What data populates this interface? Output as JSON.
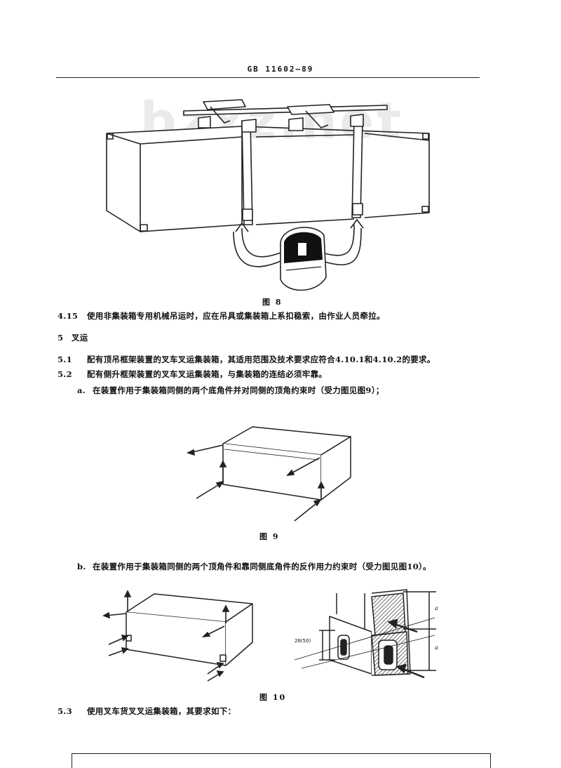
{
  "header": {
    "standard_code": "GB 11602—89"
  },
  "watermark": "bzxz.net",
  "figures": {
    "fig8": {
      "caption": "图 8"
    },
    "fig9": {
      "caption": "图 9"
    },
    "fig10": {
      "caption": "图 10",
      "dim_label": "26(50)",
      "dim_a_top": "a",
      "dim_a_bottom": "a"
    }
  },
  "paragraphs": {
    "p4_15": {
      "num": "4.15",
      "text": "使用非集装箱专用机械吊运时，应在吊具或集装箱上系扣稳索，由作业人员牵拉。"
    },
    "s5": {
      "num": "5",
      "text": "叉运"
    },
    "p5_1": {
      "num": "5.1",
      "text": "配有顶吊框架装置的叉车叉运集装箱，其适用范围及技术要求应符合4.10.1和4.10.2的要求。"
    },
    "p5_2": {
      "num": "5.2",
      "text": "配有侧升框架装置的叉车叉运集装箱，与集装箱的连结必须牢靠。"
    },
    "item_a": {
      "label": "a.",
      "text": "在装置作用于集装箱同侧的两个底角件并对同侧的顶角约束时（受力图见图9）；"
    },
    "item_b": {
      "label": "b.",
      "text": "在装置作用于集装箱同侧的两个顶角件和靠同侧底角件的反作用力约束时（受力图见图10）。"
    },
    "p5_3": {
      "num": "5.3",
      "text": "使用叉车货叉叉运集装箱，其要求如下："
    }
  }
}
